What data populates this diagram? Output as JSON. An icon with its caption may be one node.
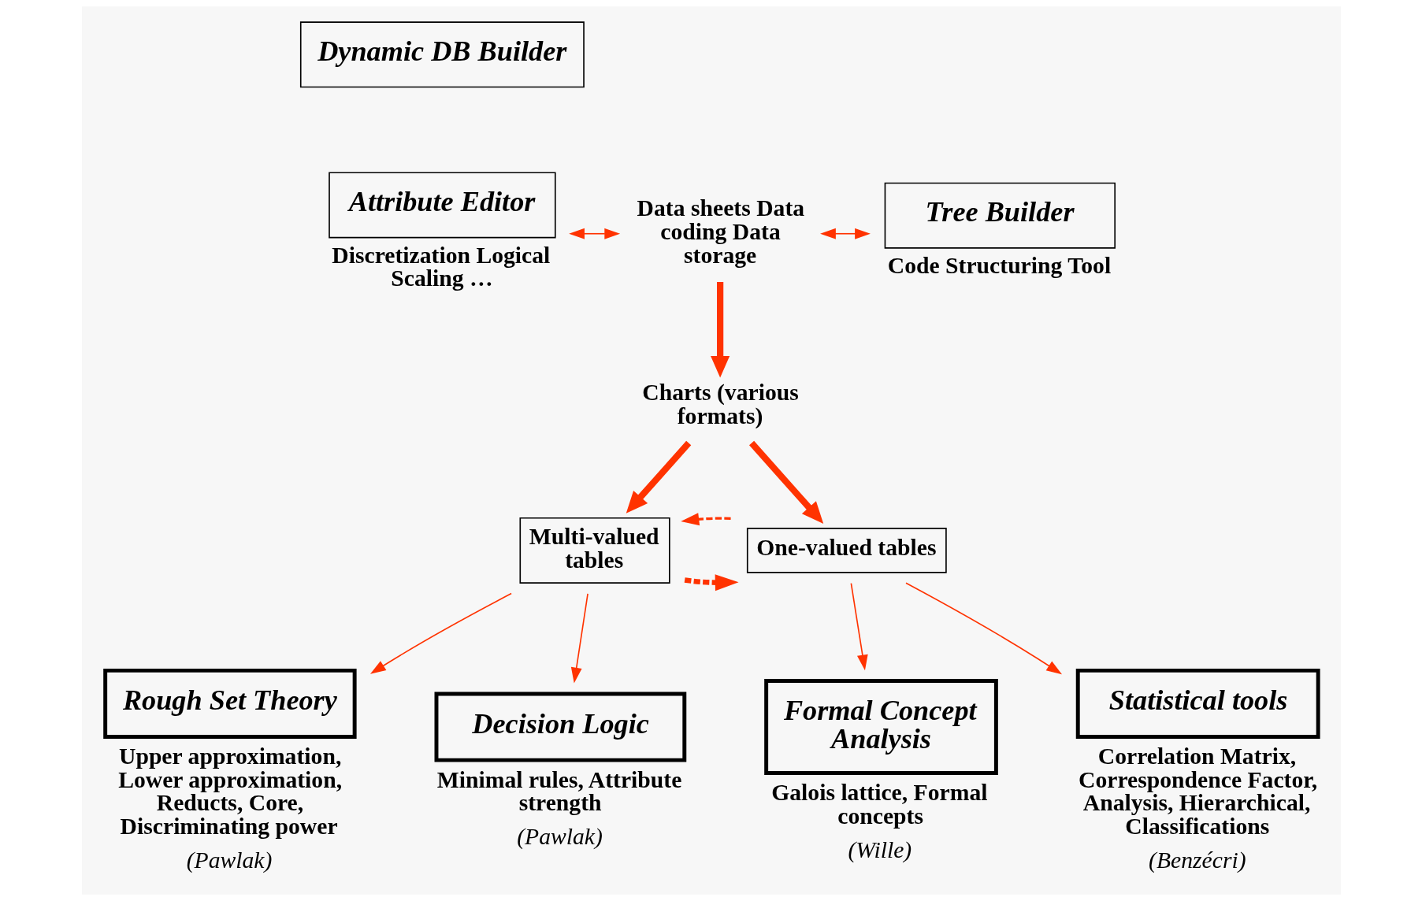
{
  "diagram": {
    "nodes": [
      {
        "text": [
          "Dynamic DB Builder"
        ]
      },
      {
        "text": [
          "Attribute Editor"
        ],
        "beside": [
          "Discretization Logical Scaling …"
        ]
      },
      {
        "text": [
          "Data sheets Data coding Data storage"
        ]
      },
      {
        "text": [
          "Tree Builder"
        ],
        "beside": [
          "Code Structuring Tool"
        ]
      },
      {
        "text": [
          "Charts (various formats)"
        ]
      },
      {
        "text": [
          "Multi-valued tables"
        ]
      },
      {
        "text": [
          "One-valued tables"
        ]
      },
      {
        "text": [
          "Rough Set Theory"
        ],
        "beside": [
          "Upper approximation, Lower approximation, Reducts, Core, Discriminating power",
          "(Pawlak)"
        ]
      },
      {
        "text": [
          "Decision Logic"
        ],
        "beside": [
          "Minimal rules, Attribute strength",
          "(Pawlak)"
        ]
      },
      {
        "text": [
          "Formal Concept Analysis"
        ],
        "beside": [
          "Galois lattice, Formal concepts",
          "(Wille)"
        ]
      },
      {
        "text": [
          "Statistical tools"
        ],
        "beside": [
          "Correlation Matrix, Correspondence Factor, Analysis, Hierarchical, Classifications",
          "(Benzécri)"
        ]
      }
    ],
    "edges": [
      {
        "from": 1,
        "to": 2,
        "arrow": "both"
      },
      {
        "from": 2,
        "to": 3,
        "arrow": "both"
      },
      {
        "from": 2,
        "to": 4,
        "arrow": "to",
        "style": "thick"
      },
      {
        "from": 4,
        "to": 5,
        "arrow": "to",
        "style": "thick"
      },
      {
        "from": 4,
        "to": 6,
        "arrow": "to",
        "style": "thick"
      },
      {
        "from": 5,
        "to": 6,
        "arrow": "to",
        "style": "dashed"
      },
      {
        "from": 6,
        "to": 5,
        "arrow": "to",
        "style": "dashed"
      },
      {
        "from": 5,
        "to": 7,
        "arrow": "to"
      },
      {
        "from": 5,
        "to": 8,
        "arrow": "to"
      },
      {
        "from": 6,
        "to": 9,
        "arrow": "to"
      },
      {
        "from": 6,
        "to": 10,
        "arrow": "to"
      }
    ]
  }
}
